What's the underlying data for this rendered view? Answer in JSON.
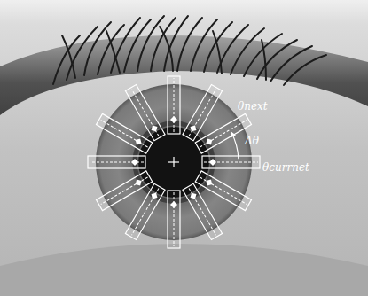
{
  "diagram": {
    "labels": [
      "θnext",
      "Δθ",
      "θcurrnet"
    ]
  }
}
